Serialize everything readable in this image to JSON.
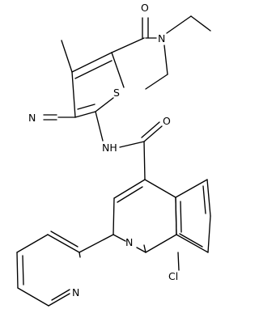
{
  "atoms": {
    "o_upper": "O",
    "n_amide": "N",
    "s_ring": "S",
    "n_nitrile": "N",
    "nh": "NH",
    "o_lower": "O",
    "n_quinoline": "N",
    "n_pyridine": "N",
    "cl": "Cl"
  },
  "colors": {
    "bond": "#000000",
    "label": "#000000",
    "background": "#ffffff"
  }
}
